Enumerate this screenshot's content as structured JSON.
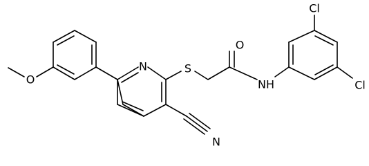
{
  "diagram": {
    "type": "chemical-structure",
    "colors": {
      "bond": "#000000",
      "label": "#000000",
      "background": "#ffffff"
    },
    "atoms": {
      "methoxy_o": "O",
      "pyridine_n": "N",
      "thioether_s": "S",
      "carbonyl_o": "O",
      "amide_nh": "NH",
      "cyano_n": "N",
      "cl_top": "Cl",
      "cl_right": "Cl"
    }
  }
}
